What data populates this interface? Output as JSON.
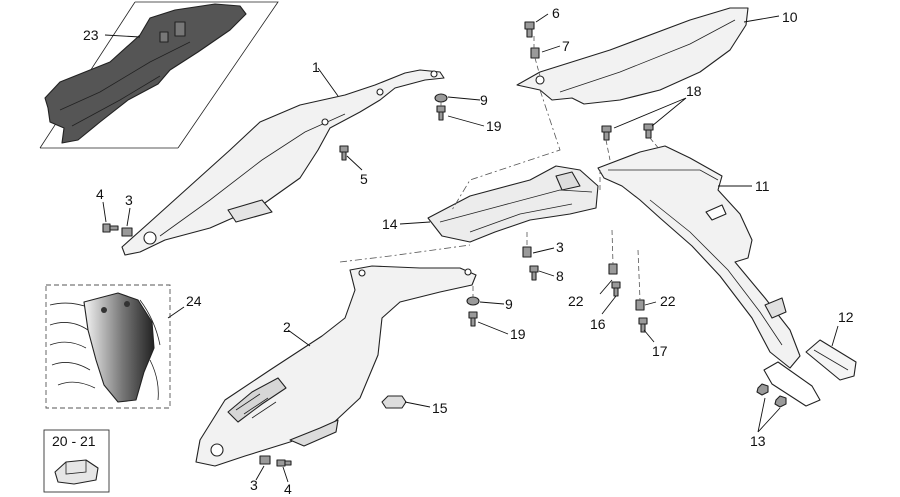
{
  "colors": {
    "outline": "#222222",
    "panel_fill": "#f2f2f2",
    "dark_part": "#555555",
    "hardware": "#9a9a9a",
    "background": "#ffffff"
  },
  "callouts": {
    "c1": "1",
    "c2": "2",
    "c3a": "3",
    "c3b": "3",
    "c3c": "3",
    "c4a": "4",
    "c4b": "4",
    "c5": "5",
    "c6": "6",
    "c7": "7",
    "c8": "8",
    "c9a": "9",
    "c9b": "9",
    "c10": "10",
    "c11": "11",
    "c12": "12",
    "c13": "13",
    "c14": "14",
    "c15": "15",
    "c16": "16",
    "c17": "17",
    "c18": "18",
    "c19a": "19",
    "c19b": "19",
    "c20_21": "20 - 21",
    "c22a": "22",
    "c22b": "22",
    "c23": "23",
    "c24": "24"
  }
}
